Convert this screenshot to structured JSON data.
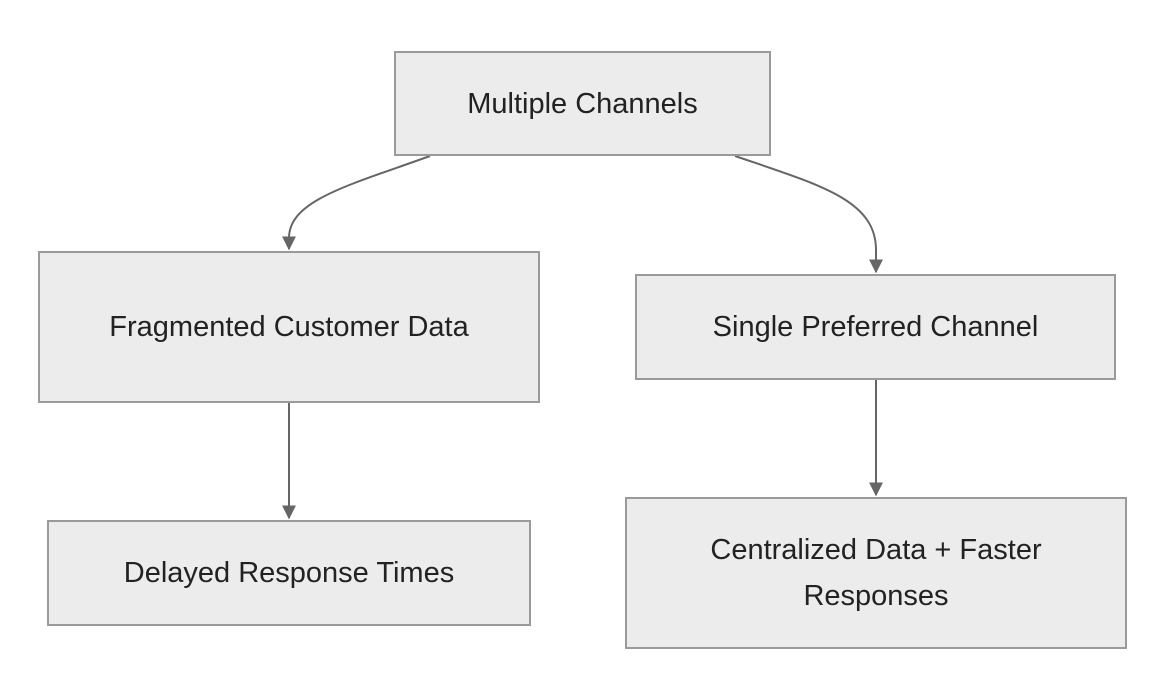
{
  "diagram": {
    "nodes": {
      "multiple_channels": "Multiple Channels",
      "fragmented_data": "Fragmented Customer Data",
      "delayed_response": "Delayed Response Times",
      "single_channel": "Single Preferred Channel",
      "centralized_data": "Centralized Data + Faster Responses"
    },
    "edges": [
      {
        "from": "Multiple Channels",
        "to": "Fragmented Customer Data"
      },
      {
        "from": "Multiple Channels",
        "to": "Single Preferred Channel"
      },
      {
        "from": "Fragmented Customer Data",
        "to": "Delayed Response Times"
      },
      {
        "from": "Single Preferred Channel",
        "to": "Centralized Data + Faster Responses"
      }
    ],
    "colors": {
      "node_fill": "#ececec",
      "node_border": "#9a9a9a",
      "edge": "#666666",
      "text": "#222222"
    }
  }
}
